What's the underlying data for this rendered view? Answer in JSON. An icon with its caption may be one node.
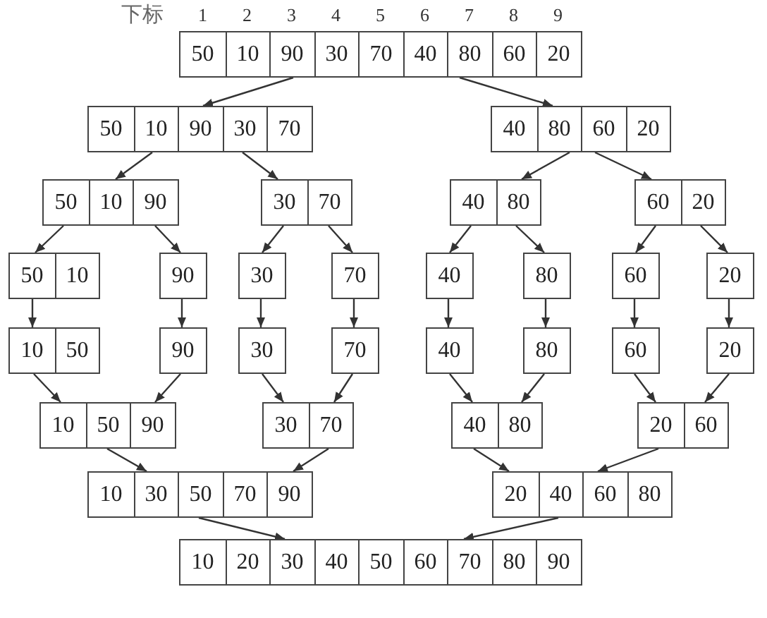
{
  "diagram": {
    "nodes": [
      {
        "text": [
          "50",
          "10",
          "90",
          "30",
          "70",
          "40",
          "80",
          "60",
          "20"
        ]
      },
      {
        "text": [
          "50",
          "10",
          "90",
          "30",
          "70"
        ]
      },
      {
        "text": [
          "40",
          "80",
          "60",
          "20"
        ]
      },
      {
        "text": [
          "50",
          "10",
          "90"
        ]
      },
      {
        "text": [
          "30",
          "70"
        ]
      },
      {
        "text": [
          "40",
          "80"
        ]
      },
      {
        "text": [
          "60",
          "20"
        ]
      },
      {
        "text": [
          "50",
          "10"
        ]
      },
      {
        "text": [
          "90"
        ]
      },
      {
        "text": [
          "30"
        ]
      },
      {
        "text": [
          "70"
        ]
      },
      {
        "text": [
          "40"
        ]
      },
      {
        "text": [
          "80"
        ]
      },
      {
        "text": [
          "60"
        ]
      },
      {
        "text": [
          "20"
        ]
      },
      {
        "text": [
          "10",
          "50"
        ]
      },
      {
        "text": [
          "90"
        ]
      },
      {
        "text": [
          "30"
        ]
      },
      {
        "text": [
          "70"
        ]
      },
      {
        "text": [
          "40"
        ]
      },
      {
        "text": [
          "80"
        ]
      },
      {
        "text": [
          "60"
        ]
      },
      {
        "text": [
          "20"
        ]
      },
      {
        "text": [
          "10",
          "50",
          "90"
        ]
      },
      {
        "text": [
          "30",
          "70"
        ]
      },
      {
        "text": [
          "40",
          "80"
        ]
      },
      {
        "text": [
          "20",
          "60"
        ]
      },
      {
        "text": [
          "10",
          "30",
          "50",
          "70",
          "90"
        ]
      },
      {
        "text": [
          "20",
          "40",
          "60",
          "80"
        ]
      },
      {
        "text": [
          "10",
          "20",
          "30",
          "40",
          "50",
          "60",
          "70",
          "80",
          "90"
        ]
      }
    ],
    "edges": [
      {
        "from": 0,
        "to": 1,
        "arrow": "to"
      },
      {
        "from": 0,
        "to": 2,
        "arrow": "to"
      },
      {
        "from": 1,
        "to": 3,
        "arrow": "to"
      },
      {
        "from": 1,
        "to": 4,
        "arrow": "to"
      },
      {
        "from": 2,
        "to": 5,
        "arrow": "to"
      },
      {
        "from": 2,
        "to": 6,
        "arrow": "to"
      },
      {
        "from": 3,
        "to": 7,
        "arrow": "to"
      },
      {
        "from": 3,
        "to": 8,
        "arrow": "to"
      },
      {
        "from": 4,
        "to": 9,
        "arrow": "to"
      },
      {
        "from": 4,
        "to": 10,
        "arrow": "to"
      },
      {
        "from": 5,
        "to": 11,
        "arrow": "to"
      },
      {
        "from": 5,
        "to": 12,
        "arrow": "to"
      },
      {
        "from": 6,
        "to": 13,
        "arrow": "to"
      },
      {
        "from": 6,
        "to": 14,
        "arrow": "to"
      },
      {
        "from": 7,
        "to": 15,
        "arrow": "to"
      },
      {
        "from": 8,
        "to": 16,
        "arrow": "to"
      },
      {
        "from": 9,
        "to": 17,
        "arrow": "to"
      },
      {
        "from": 10,
        "to": 18,
        "arrow": "to"
      },
      {
        "from": 11,
        "to": 19,
        "arrow": "to"
      },
      {
        "from": 12,
        "to": 20,
        "arrow": "to"
      },
      {
        "from": 13,
        "to": 21,
        "arrow": "to"
      },
      {
        "from": 14,
        "to": 22,
        "arrow": "to"
      },
      {
        "from": 15,
        "to": 23,
        "arrow": "to"
      },
      {
        "from": 16,
        "to": 23,
        "arrow": "to"
      },
      {
        "from": 17,
        "to": 24,
        "arrow": "to"
      },
      {
        "from": 18,
        "to": 24,
        "arrow": "to"
      },
      {
        "from": 19,
        "to": 25,
        "arrow": "to"
      },
      {
        "from": 20,
        "to": 25,
        "arrow": "to"
      },
      {
        "from": 21,
        "to": 26,
        "arrow": "to"
      },
      {
        "from": 22,
        "to": 26,
        "arrow": "to"
      },
      {
        "from": 23,
        "to": 27,
        "arrow": "to"
      },
      {
        "from": 24,
        "to": 27,
        "arrow": "to"
      },
      {
        "from": 25,
        "to": 28,
        "arrow": "to"
      },
      {
        "from": 26,
        "to": 28,
        "arrow": "to"
      },
      {
        "from": 27,
        "to": 29,
        "arrow": "to"
      },
      {
        "from": 28,
        "to": 29,
        "arrow": "to"
      }
    ],
    "labels": [
      "下标",
      "1",
      "2",
      "3",
      "4",
      "5",
      "6",
      "7",
      "8",
      "9"
    ]
  }
}
